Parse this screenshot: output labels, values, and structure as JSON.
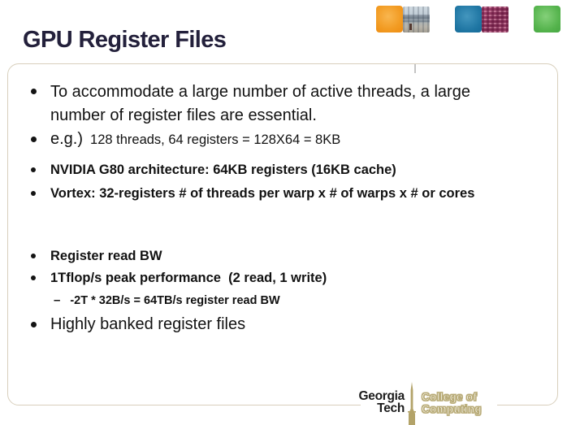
{
  "slide": {
    "title": "GPU Register Files"
  },
  "header_thumbnails": {
    "orange_square": "orange gradient square",
    "campus_photo": "campus building photo",
    "blue_square": "blue gradient square",
    "circuit_photo": "pink circuit die photo",
    "green_square": "green gradient square"
  },
  "content": {
    "bullets": [
      {
        "text": "To accommodate a large number of active threads, a large number of register files are essential."
      },
      {
        "prefix": "e.g.)",
        "text": "128 threads, 64 registers = 128X64 = 8KB"
      },
      {
        "text": "NVIDIA G80 architecture: 64KB registers (16KB cache)"
      },
      {
        "text": "Vortex: 32-registers # of threads per warp x # of warps x # or cores"
      },
      {
        "text": "Register read BW"
      },
      {
        "text": "1Tflop/s peak performance  (2 read, 1 write)"
      },
      {
        "dash": "–",
        "text": "-2T * 32B/s = 64TB/s register read BW"
      },
      {
        "text": "Highly banked register files"
      }
    ]
  },
  "footer": {
    "logo": {
      "line1": "Georgia",
      "line2": "Tech",
      "line3": "College of",
      "line4": "Computing"
    }
  },
  "colors": {
    "title_text": "#23203b",
    "body_text": "#121212",
    "box_border": "#d8cfbc",
    "gt_gold": "#b3a369",
    "gt_dark": "#1c1c1c",
    "thumb_orange": "#f29b22",
    "thumb_blue": "#1f76a3",
    "thumb_green": "#54b34c"
  }
}
